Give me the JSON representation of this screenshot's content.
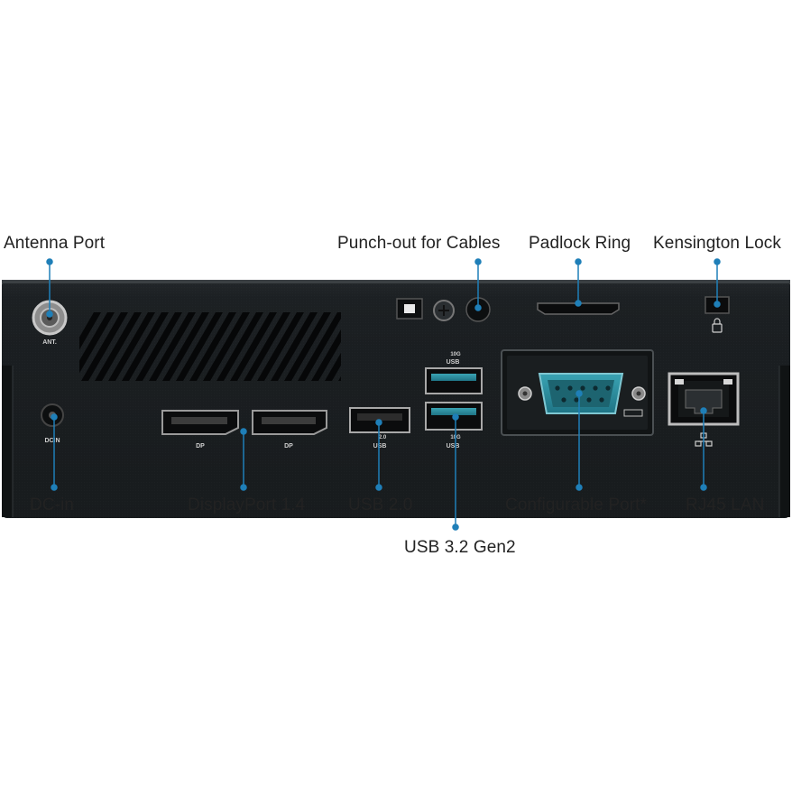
{
  "labels": {
    "antenna_port": "Antenna Port",
    "punch_out": "Punch-out for Cables",
    "padlock_ring": "Padlock Ring",
    "kensington_lock": "Kensington Lock",
    "dc_in": "DC-in",
    "displayport": "DisplayPort 1.4",
    "usb2": "USB 2.0",
    "usb32": "USB 3.2 Gen2",
    "configurable_port": "Configurable Port*",
    "rj45_lan": "RJ45 LAN"
  },
  "panel_text": {
    "ant": "ANT.",
    "dcin": "DCIN",
    "dp": "DP",
    "usb": "USB",
    "usb_20": "2.0",
    "usb_10g": "10G"
  },
  "colors": {
    "callout": "#1f7fb8",
    "chassis": "#1c2023",
    "port_accent": "#2a8c9c"
  },
  "icons": [
    "network-icon",
    "lock-icon",
    "screw-icon"
  ]
}
